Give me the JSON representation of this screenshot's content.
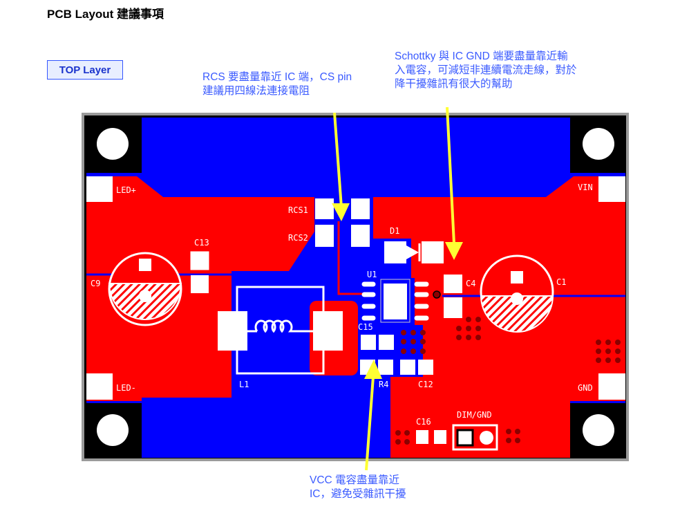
{
  "title": "PCB Layout 建議事項",
  "layer_label": "TOP Layer",
  "notes": {
    "rcs": [
      "RCS 要盡量靠近 IC 端，CS pin",
      "建議用四線法連接電阻"
    ],
    "schottky": [
      "Schottky 與 IC  GND 端要盡量靠近輸",
      "入電容，可減短非連續電流走線，對於",
      "降干擾雜訊有很大的幫助"
    ],
    "vcc": [
      "VCC  電容盡量靠近",
      "IC，避免受雜訊干擾"
    ]
  },
  "silkscreen": {
    "led_plus": "LED+",
    "led_minus": "LED-",
    "vin": "VIN",
    "gnd": "GND",
    "c13": "C13",
    "c9": "C9",
    "c1": "C1",
    "c4": "C4",
    "d1": "D1",
    "rcs1": "RCS1",
    "rcs2": "RCS2",
    "u1": "U1",
    "c15": "C15",
    "r4": "R4",
    "c12": "C12",
    "c16": "C16",
    "dim_gnd": "DIM/GND",
    "l1": "L1"
  },
  "colors": {
    "top_copper": "#ff0000",
    "bottom_copper": "#0000ff",
    "silk": "#ffffff",
    "arrow": "#ffff33",
    "note_text": "#3b5bff"
  }
}
